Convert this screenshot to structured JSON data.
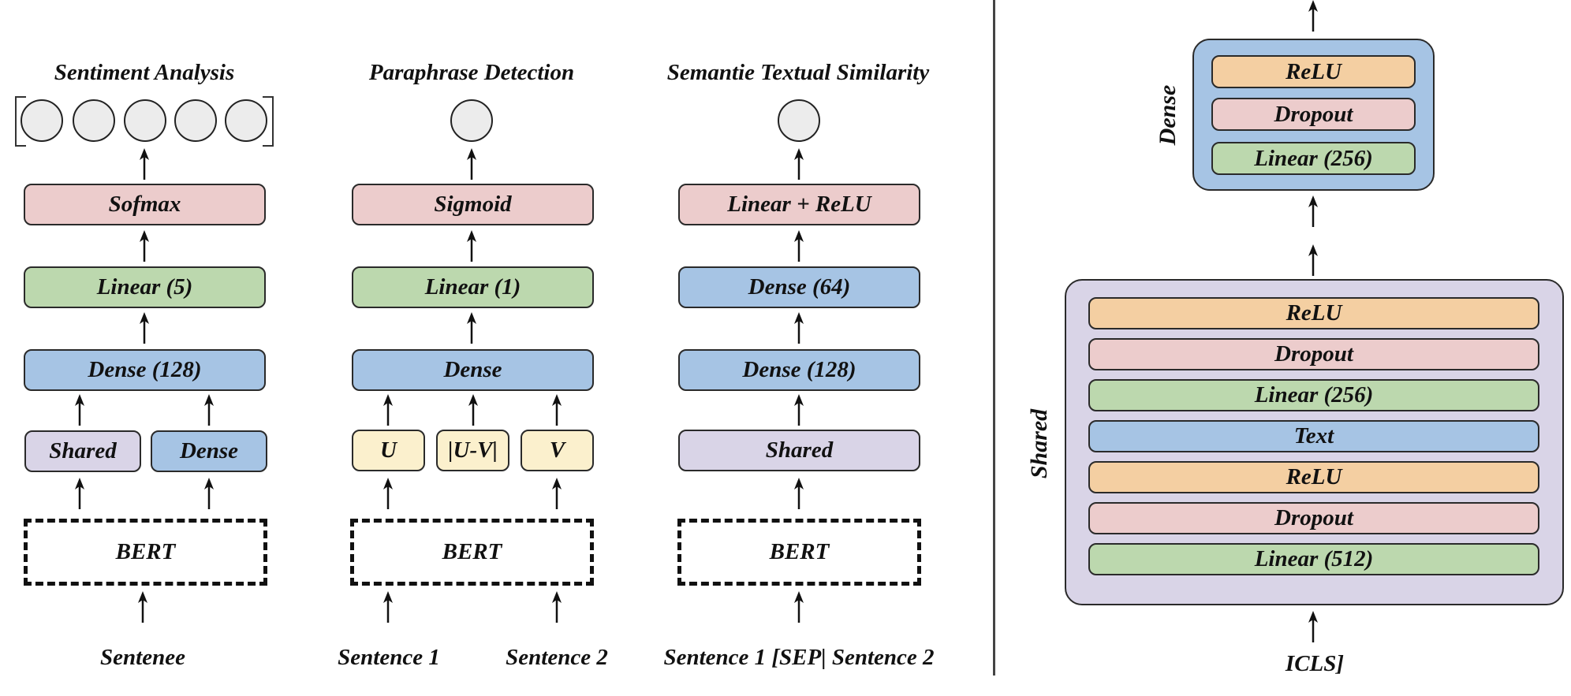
{
  "panels": {
    "sentiment": {
      "title": "Sentiment Analysis",
      "output_nodes": 5,
      "layers": [
        "Sofmax",
        "Linear (5)",
        "Dense (128)"
      ],
      "branches": [
        "Shared",
        "Dense"
      ],
      "encoder": "BERT",
      "inputs": [
        "Sentenee"
      ]
    },
    "paraphrase": {
      "title": "Paraphrase Detection",
      "output_nodes": 1,
      "layers": [
        "Sigmoid",
        "Linear (1)",
        "Dense"
      ],
      "branches": [
        "U",
        "|U-V|",
        "V"
      ],
      "encoder": "BERT",
      "inputs": [
        "Sentence 1",
        "Sentence 2"
      ]
    },
    "similarity": {
      "title": "Semantie Textual Similarity",
      "output_nodes": 1,
      "layers": [
        "Linear + ReLU",
        "Dense (64)",
        "Dense (128)",
        "Shared"
      ],
      "encoder": "BERT",
      "inputs": [
        "Sentence 1 [SEP| Sentence 2"
      ]
    }
  },
  "detail": {
    "dense_block": {
      "label": "Dense",
      "layers": [
        "ReLU",
        "Dropout",
        "Linear (256)"
      ]
    },
    "shared_block": {
      "label": "Shared",
      "layers": [
        "ReLU",
        "Dropout",
        "Linear (256)",
        "Text",
        "ReLU",
        "Dropout",
        "Linear (512)"
      ]
    },
    "input": "ICLS]"
  },
  "colors": {
    "activation_pink": "#eccccc",
    "linear_green": "#bcd8ae",
    "dense_blue": "#a6c4e4",
    "shared_lavender": "#d9d4e7",
    "vector_yellow": "#fbf0cd",
    "relu_orange": "#f4cfa2",
    "node_gray": "#ececec"
  }
}
